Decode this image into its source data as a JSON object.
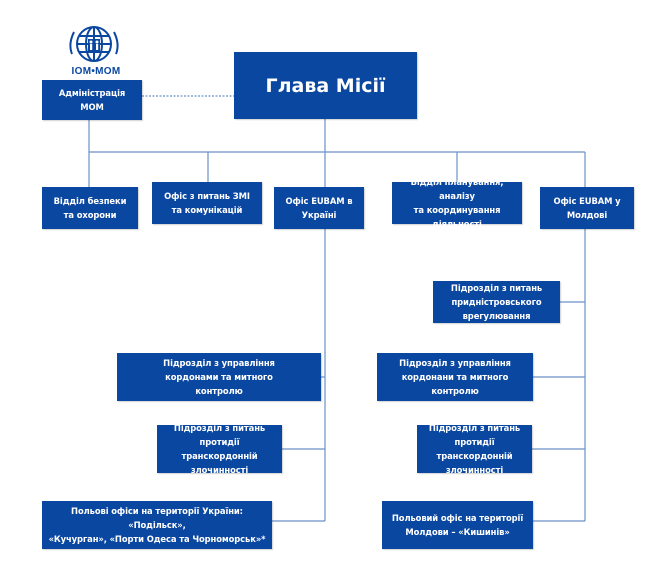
{
  "logo": {
    "text": "IOM•MOM",
    "icon": "iom-globe-logo"
  },
  "colors": {
    "box_fill": "#0a47a0",
    "box_text": "#ffffff",
    "connector": "#6a92c8"
  },
  "head": {
    "label": "Глава Місії"
  },
  "admin": {
    "label": "Адміністрація МОМ",
    "link_style": "dashed"
  },
  "level2": [
    {
      "id": "security",
      "label": "Відділ безпеки\nта охорони"
    },
    {
      "id": "media",
      "label": "Офіс з питань ЗМІ\nта комунікацій"
    },
    {
      "id": "eubam-ukraine",
      "label": "Офіс EUBAM в\nУкраїні"
    },
    {
      "id": "planning",
      "label": "Відділ планування, аналізу\nта координування діяльності"
    },
    {
      "id": "eubam-moldova",
      "label": "Офіс EUBAM у\nМолдові"
    }
  ],
  "ukraine_children": [
    {
      "id": "ua-border",
      "label": "Підрозділ з управління\nкордонами та митного\nконтролю"
    },
    {
      "id": "ua-crime",
      "label": "Підрозділ з питань\nпротидії транскордонній\nзлочинності"
    },
    {
      "id": "ua-field",
      "label": "Польові офіси на території України: «Подільск»,\n«Кучурган», «Порти Одеса та Чорноморськ»*"
    }
  ],
  "moldova_children": [
    {
      "id": "md-transnistria",
      "label": "Підрозділ з питань\nпридністровського\nврегулювання"
    },
    {
      "id": "md-border",
      "label": "Підрозділ з управління\nкордонани та митного\nконтролю"
    },
    {
      "id": "md-crime",
      "label": "Підрозділ з питань\nпротидії транскордонній\nзлочинності"
    },
    {
      "id": "md-field",
      "label": "Польовий офіс на території\nМолдови – «Кишинів»"
    }
  ]
}
